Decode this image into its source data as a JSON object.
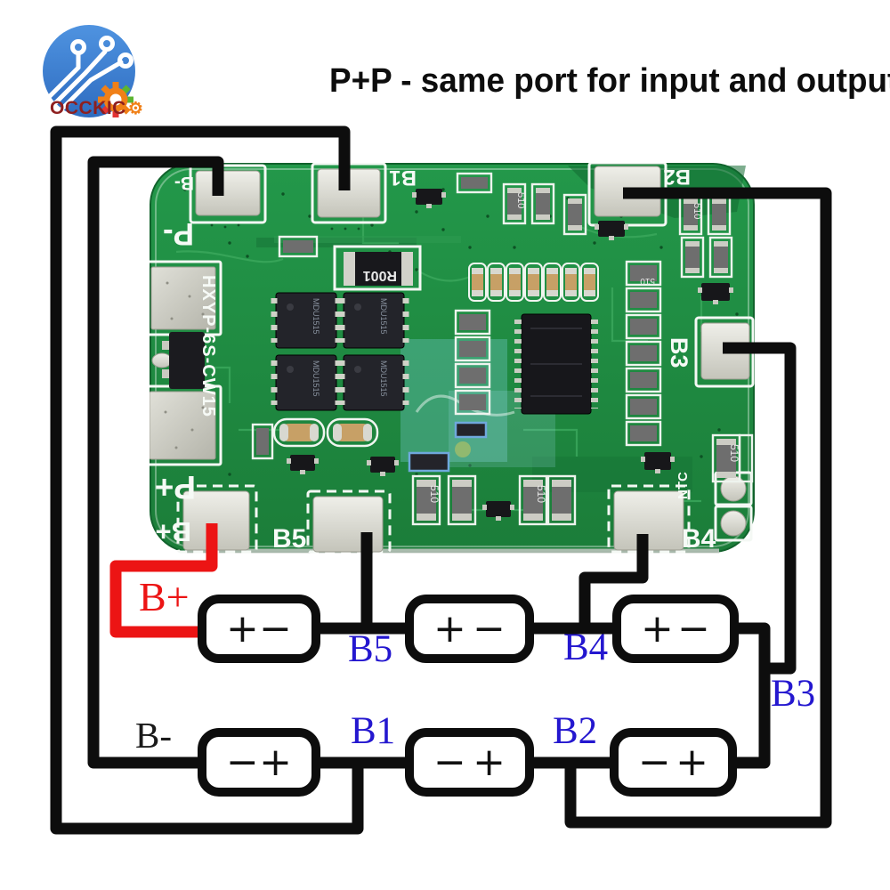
{
  "header": {
    "title": "P+P - same port for input and output"
  },
  "logo": {
    "brand": "OCCKIC"
  },
  "pcb": {
    "model": "HXYP-6S-CW15",
    "silkscreen": {
      "b_minus": "B-",
      "p_minus": "P-",
      "b1": "B1",
      "b2": "B2",
      "b3": "B3",
      "b4": "B4",
      "b5": "B5",
      "p_plus": "P+",
      "b_plus": "B+",
      "ntc": "NTC",
      "shunt": "R001",
      "resistor": "510",
      "mosfet": "MDU1515"
    }
  },
  "wiring": {
    "b_plus": "B+",
    "b_minus": "B-",
    "b1": "B1",
    "b2": "B2",
    "b3": "B3",
    "b4": "B4",
    "b5": "B5"
  },
  "batteries": [
    {
      "left": "+",
      "right": "−"
    },
    {
      "left": "+",
      "right": "−"
    },
    {
      "left": "+",
      "right": "−"
    },
    {
      "left": "−",
      "right": "+"
    },
    {
      "left": "−",
      "right": "+"
    },
    {
      "left": "−",
      "right": "+"
    }
  ],
  "colors": {
    "wire_black": "#0d0d0d",
    "wire_red": "#ec1414",
    "balance_label_blue": "#2417cf",
    "board_green": "#1e8a40",
    "pad_silver": "#d9d9d1",
    "logo_blue": "#3b7fd2",
    "logo_text_maroon": "#8e1f1f",
    "gear_orange": "#f08018"
  }
}
